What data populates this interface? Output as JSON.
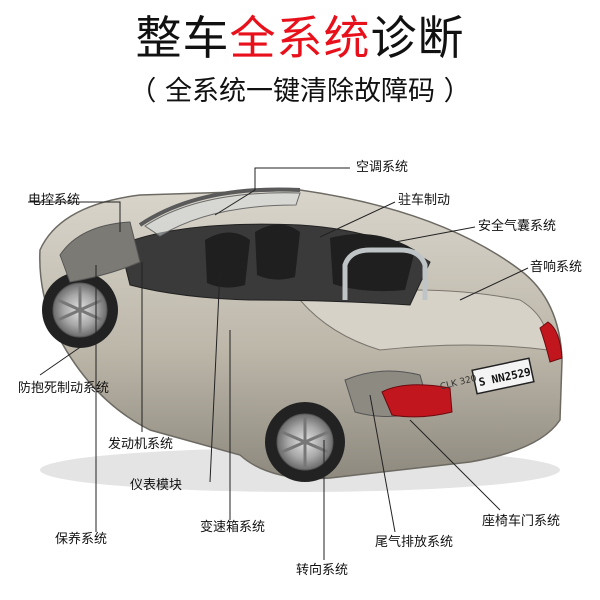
{
  "title": {
    "prefix": "整车",
    "accent": "全系统",
    "suffix": "诊断"
  },
  "subtitle": "（ 全系统一键清除故障码 ）",
  "car_plate": "S NN2529",
  "car_badge": "CLK 320",
  "labels": {
    "electric_control": "电控系统",
    "air_conditioning": "空调系统",
    "parking_brake": "驻车制动",
    "airbag": "安全气囊系统",
    "audio": "音响系统",
    "abs": "防抱死制动系统",
    "engine": "发动机系统",
    "instrument": "仪表模块",
    "maintenance": "保养系统",
    "transmission": "变速箱系统",
    "steering": "转向系统",
    "exhaust": "尾气排放系统",
    "seat_door": "座椅车门系统"
  },
  "colors": {
    "accent": "#e8101b",
    "body": "#c7c2b6",
    "line": "#222222"
  }
}
